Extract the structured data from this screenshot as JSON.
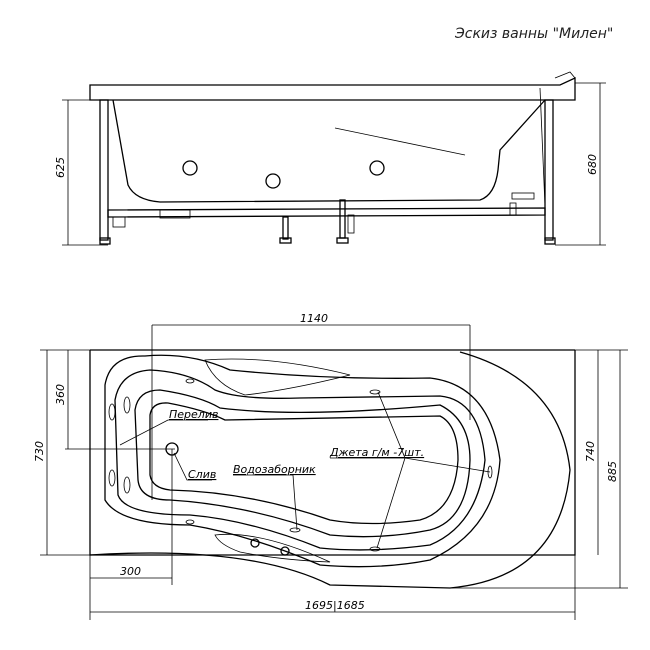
{
  "title": "Эскиз ванны \"Милен\"",
  "side_view": {
    "dim_height_left": "625",
    "dim_height_right": "680"
  },
  "top_view": {
    "dim_top_width": "1140",
    "dim_left_360": "360",
    "dim_left_730": "730",
    "dim_right_740": "740",
    "dim_right_885": "885",
    "dim_bottom_300": "300",
    "dim_length": "1695|1685",
    "labels": {
      "overflow": "Перелив",
      "drain": "Слив",
      "water_intake": "Водозаборник",
      "jets": "Джета г/м -7шт."
    }
  }
}
